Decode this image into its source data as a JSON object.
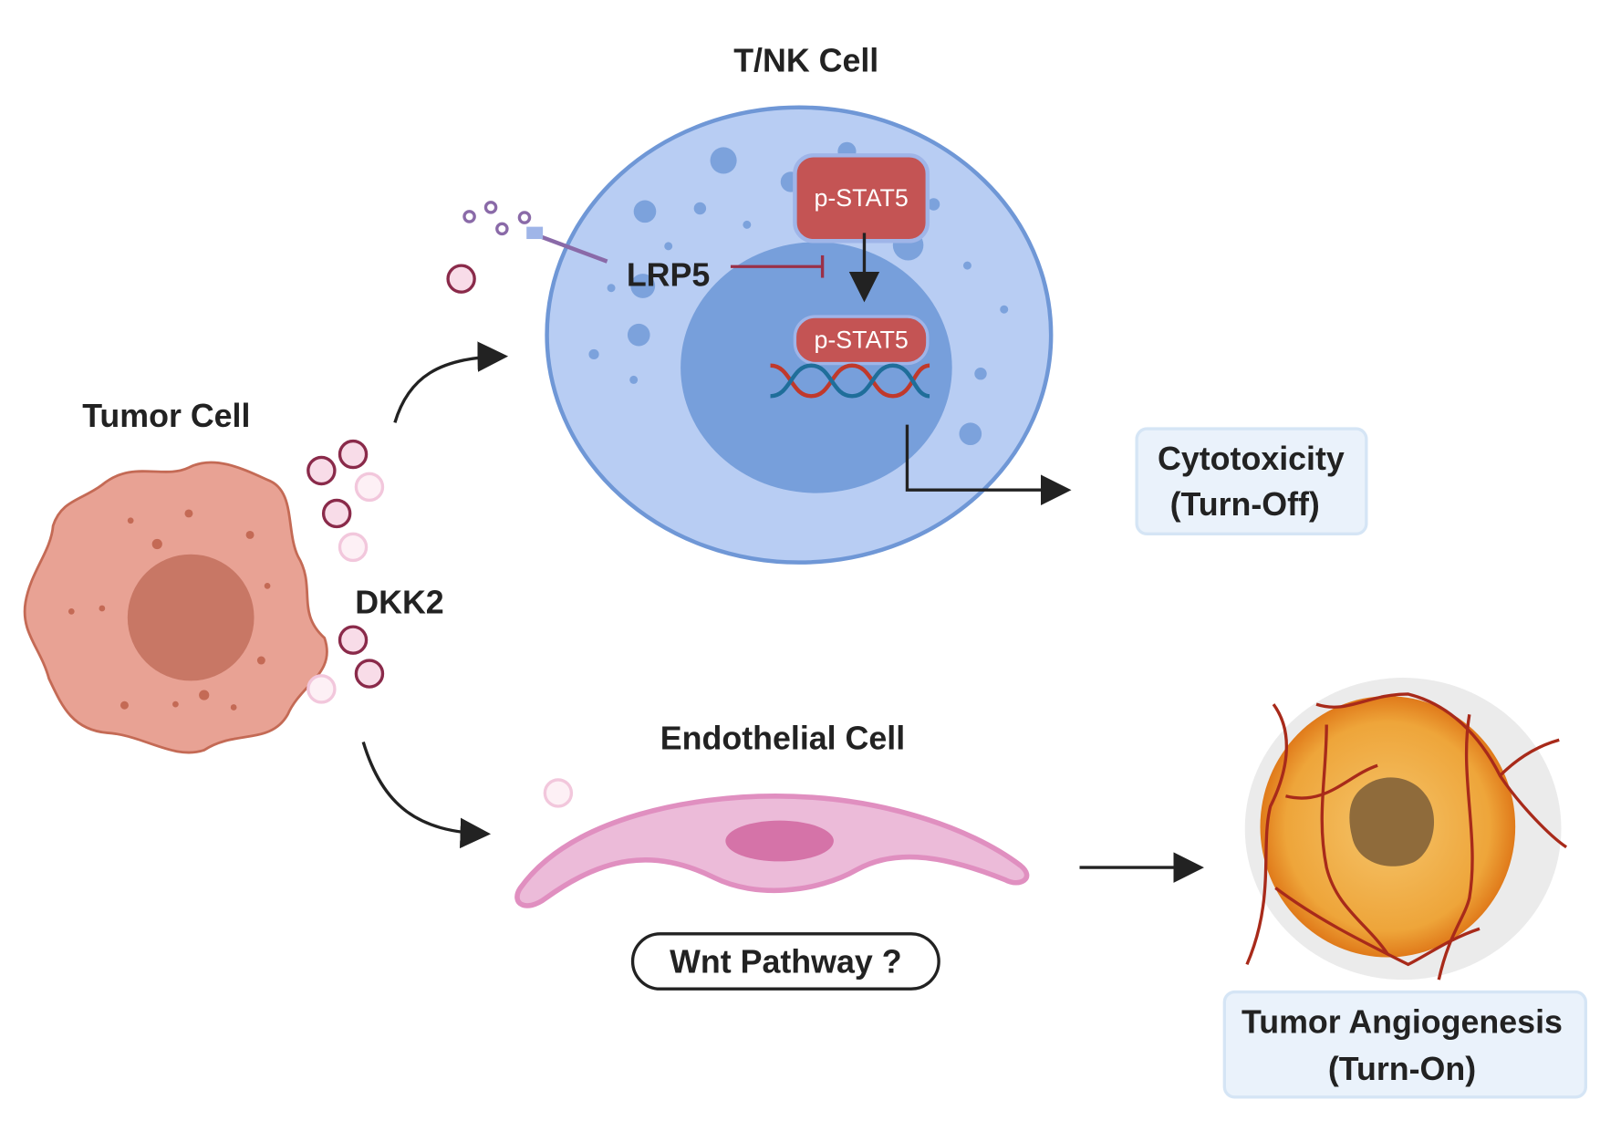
{
  "labels": {
    "tnk_cell": "T/NK Cell",
    "tumor_cell": "Tumor Cell",
    "dkk2": "DKK2",
    "lrp5": "LRP5",
    "pstat5_cytoplasm": "p-STAT5",
    "pstat5_nucleus": "p-STAT5",
    "endothelial_cell": "Endothelial Cell",
    "wnt_pathway": "Wnt Pathway ?",
    "cytotoxicity_line1": "Cytotoxicity",
    "cytotoxicity_line2": "(Turn-Off)",
    "angiogenesis_line1": "Tumor Angiogenesis",
    "angiogenesis_line2": "(Turn-On)"
  },
  "colors": {
    "tnk_cytoplasm": "#b8cdf3",
    "tnk_nucleus": "#779fdb",
    "pstat5": "#c45454",
    "tumor": "#e8a294",
    "tumor_nucleus": "#c87765",
    "endothelial": "#ecbbd9",
    "dkk2_dark": "#8a2a4a",
    "dkk2_light": "#f2c7dc",
    "outcome_box": "#eaf2fb"
  }
}
